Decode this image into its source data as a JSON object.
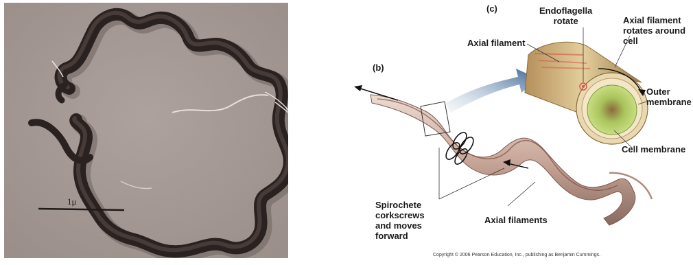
{
  "photo": {
    "scale_bar_label": "1μ"
  },
  "diagram": {
    "panel_b": "(b)",
    "panel_c": "(c)",
    "labels": {
      "axial_filament": "Axial filament",
      "endoflagella_rotate": "Endoflagella\nrotate",
      "axial_filament_rotates": "Axial filament\nrotates around\ncell",
      "outer_membrane": "Outer\nmembrane",
      "cell_membrane": "Cell membrane",
      "spirochete_moves": "Spirochete\ncorkscrews\nand moves\nforward",
      "axial_filaments": "Axial filaments"
    },
    "copyright": "Copyright © 2006 Pearson Education, Inc., publishing as Benjamin Cummings."
  },
  "colors": {
    "photo_background": "#a89c98",
    "bacterium_dark": "#2a2220",
    "cell_body_pink": "#c9a79a",
    "cross_section_green": "#b9d36a",
    "outer_tan": "#d9c48f",
    "arrow_blue": "#2c5a8c"
  }
}
